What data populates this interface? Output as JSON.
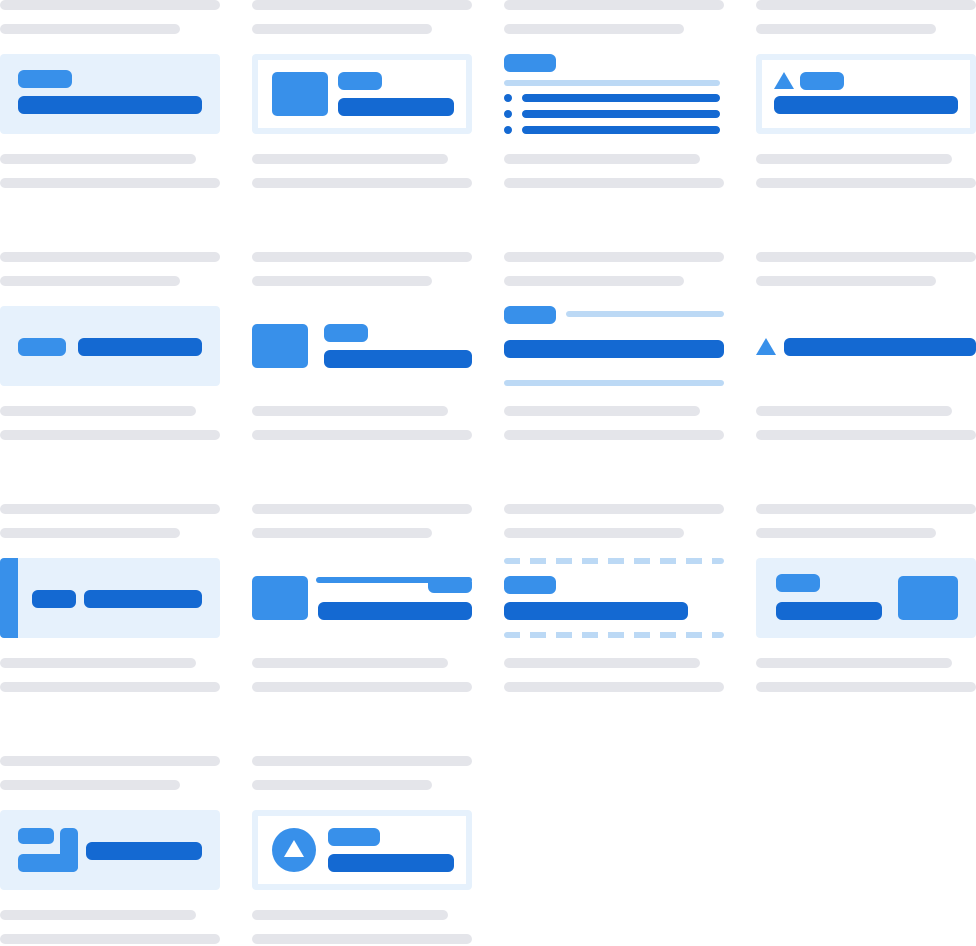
{
  "colors": {
    "skeleton_line": "#e4e5ea",
    "primary_bar": "#1469d2",
    "accent_block": "#3890ea",
    "pale_background": "#e6f1fc",
    "light_line": "#bcd9f5"
  },
  "tiles": [
    {
      "id": "tile-1",
      "variant": "callout-filled-label"
    },
    {
      "id": "tile-2",
      "variant": "callout-outlined-with-image"
    },
    {
      "id": "tile-3",
      "variant": "bulleted-list"
    },
    {
      "id": "tile-4",
      "variant": "callout-outlined-with-icon"
    },
    {
      "id": "tile-5",
      "variant": "inline-label-filled"
    },
    {
      "id": "tile-6",
      "variant": "image-with-label"
    },
    {
      "id": "tile-7",
      "variant": "divider-separated-heading"
    },
    {
      "id": "tile-8",
      "variant": "icon-with-bar"
    },
    {
      "id": "tile-9",
      "variant": "left-accent-callout"
    },
    {
      "id": "tile-10",
      "variant": "image-with-tagged-line"
    },
    {
      "id": "tile-11",
      "variant": "dashed-divider-heading"
    },
    {
      "id": "tile-12",
      "variant": "callout-with-right-image"
    },
    {
      "id": "tile-13",
      "variant": "icon-shape-callout"
    },
    {
      "id": "tile-14",
      "variant": "callout-with-round-icon"
    }
  ]
}
